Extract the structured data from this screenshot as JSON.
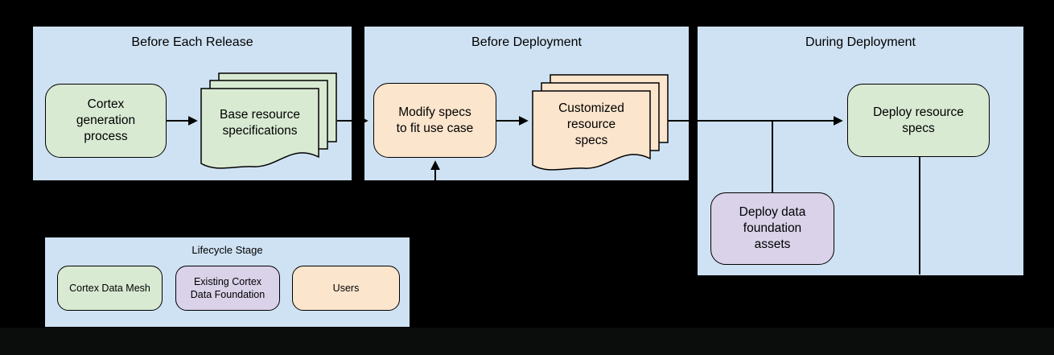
{
  "panels": {
    "before_each_release": {
      "title": "Before Each Release"
    },
    "before_deployment": {
      "title": "Before Deployment"
    },
    "during_deployment": {
      "title": "During Deployment"
    }
  },
  "nodes": {
    "cortex_generation_process": {
      "label": "Cortex\ngeneration\nprocess"
    },
    "base_resource_specifications": {
      "label": "Base resource\nspecifications"
    },
    "modify_specs": {
      "label": "Modify specs\nto fit use case"
    },
    "customized_resource_specs": {
      "label": "Customized\nresource\nspecs"
    },
    "deploy_data_foundation_assets": {
      "label": "Deploy data\nfoundation\nassets"
    },
    "deploy_resource_specs": {
      "label": "Deploy resource\nspecs"
    }
  },
  "legend": {
    "title": "Lifecycle Stage",
    "items": {
      "cortex_data_mesh": {
        "label": "Cortex Data Mesh"
      },
      "existing_cortex_data_foundation": {
        "label": "Existing Cortex\nData Foundation"
      },
      "users": {
        "label": "Users"
      }
    }
  },
  "colors": {
    "panel_bg": "#cfe2f3",
    "cortex_data_mesh": "#d9ead3",
    "existing_cortex_data_foundation": "#d9d2e9",
    "users": "#fce5cd",
    "connector": "#000000",
    "page_bg": "#000000"
  }
}
